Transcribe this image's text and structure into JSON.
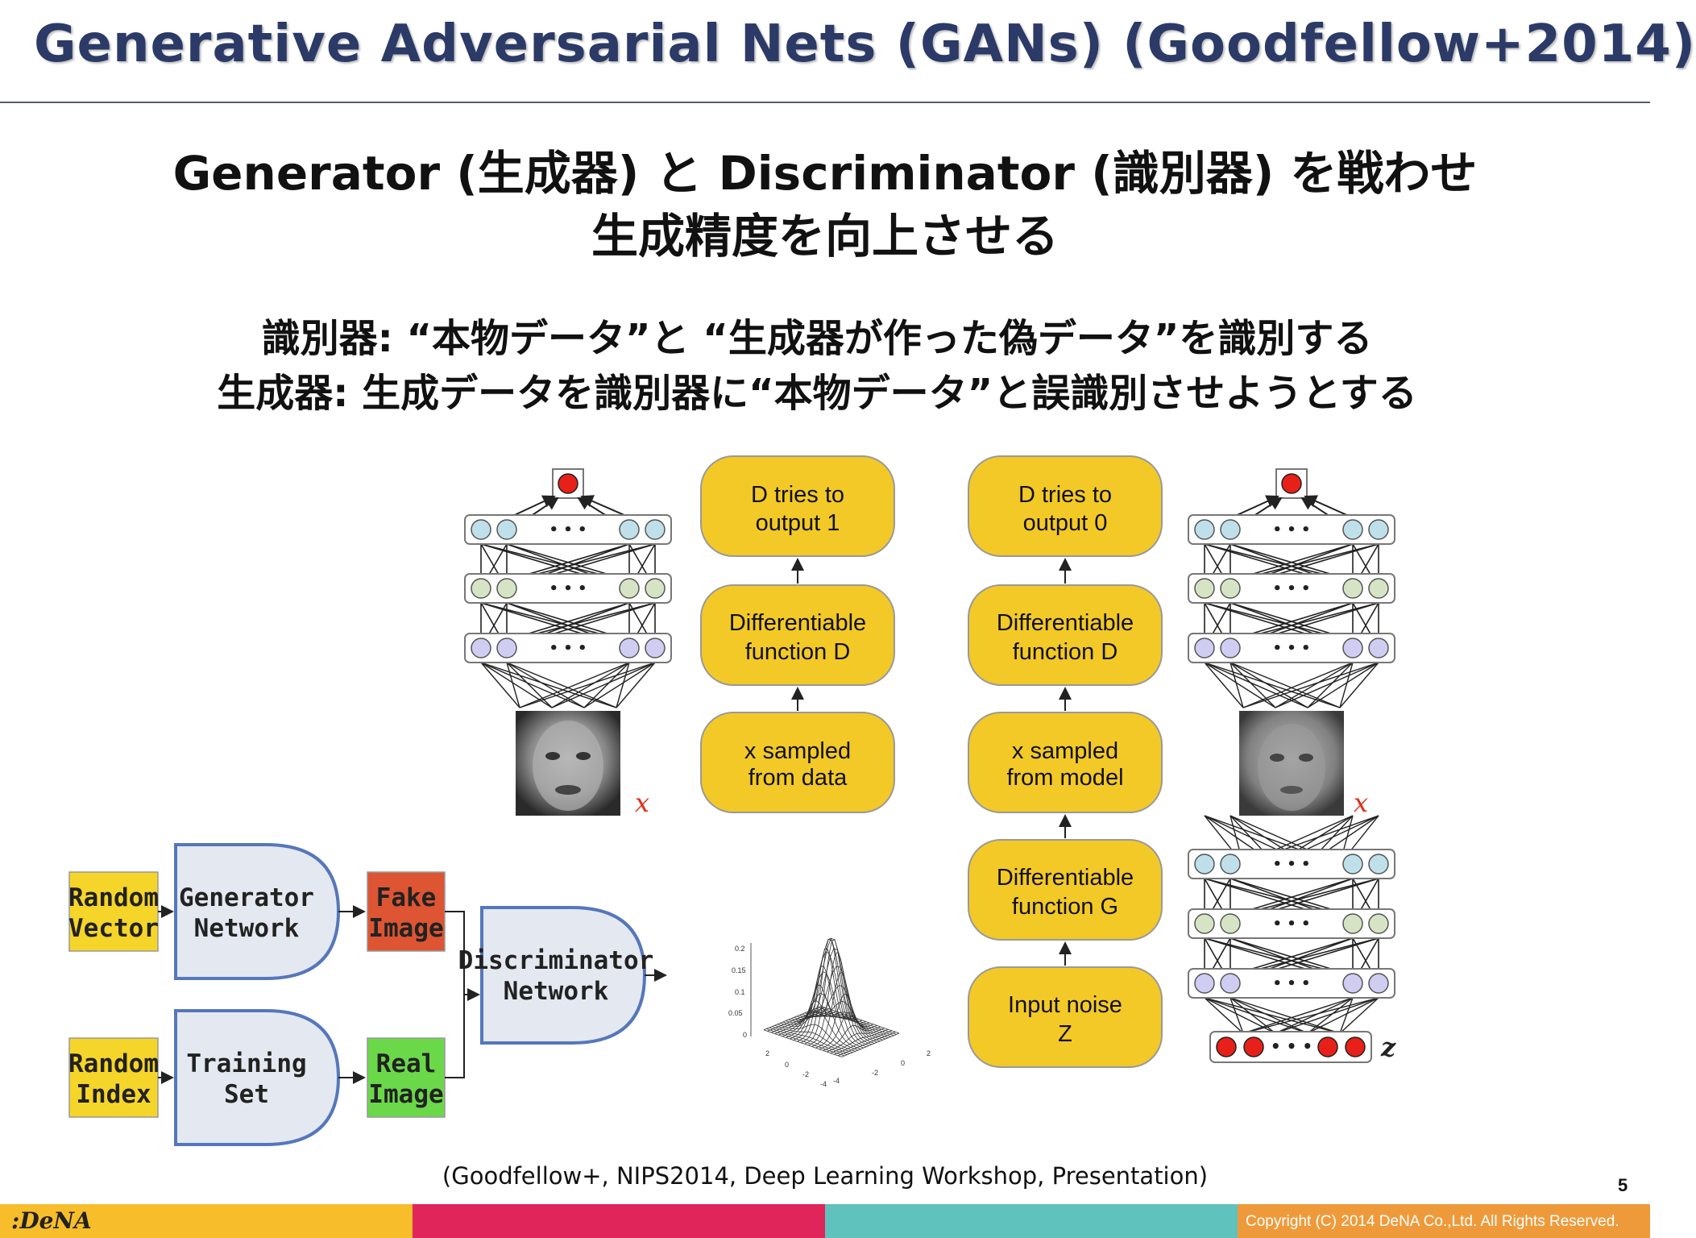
{
  "title": "Generative Adversarial Nets (GANs)  (Goodfellow+2014)",
  "headline": {
    "line1": "Generator (生成器) と Discriminator (識別器) を戦わせ",
    "line2": "生成精度を向上させる"
  },
  "description": {
    "discriminator_line": "識別器: “本物データ”と “生成器が作った偽データ”を識別する",
    "generator_line": "生成器: 生成データを識別器に“本物データ”と誤識別させようとする"
  },
  "flow_real": {
    "top": [
      "D tries to",
      "output 1"
    ],
    "middle": [
      "Differentiable",
      "function D"
    ],
    "bottom": [
      "x sampled",
      "from data"
    ]
  },
  "flow_fake": {
    "top": [
      "D tries to",
      "output 0"
    ],
    "middle": [
      "Differentiable",
      "function D"
    ],
    "third": [
      "x sampled",
      "from model"
    ],
    "fourth": [
      "Differentiable",
      "function G"
    ],
    "bottom": [
      "Input noise",
      "Z"
    ]
  },
  "var_labels": {
    "x": "x",
    "z": "z",
    "ellipsis": "• • •"
  },
  "gan_diagram": {
    "random_vector": [
      "Random",
      "Vector"
    ],
    "generator_network": [
      "Generator",
      "Network"
    ],
    "fake_image": [
      "Fake",
      "Image"
    ],
    "random_index": [
      "Random",
      "Index"
    ],
    "training_set": [
      "Training",
      "Set"
    ],
    "real_image": [
      "Real",
      "Image"
    ],
    "discriminator_network": [
      "Discriminator",
      "Network"
    ]
  },
  "gaussian_plot": {
    "z_ticks": [
      "0.2",
      "0.15",
      "0.1",
      "0.05",
      "0"
    ],
    "x_ticks": [
      "2",
      "0",
      "-2",
      "-4"
    ],
    "y_ticks": [
      "-4",
      "-2",
      "0",
      "2"
    ]
  },
  "citation": "(Goodfellow+, NIPS2014, Deep Learning Workshop, Presentation)",
  "page_number": "5",
  "footer": {
    "logo": ":DeNA",
    "copyright": "Copyright (C) 2014 DeNA Co.,Ltd. All Rights Reserved."
  },
  "colors": {
    "title": "#2b3a66",
    "flow_box": "#f3c928",
    "yellow_box": "#f6d52b",
    "fake_image": "#dd5533",
    "real_image": "#6bd84a",
    "gate_fill": "#e4e8f0",
    "gate_stroke": "#5577bb",
    "output_node": "#e8201a",
    "footer_bar": [
      "#f7bd2a",
      "#e0255b",
      "#5fc2bd",
      "#ef9a3a"
    ]
  }
}
